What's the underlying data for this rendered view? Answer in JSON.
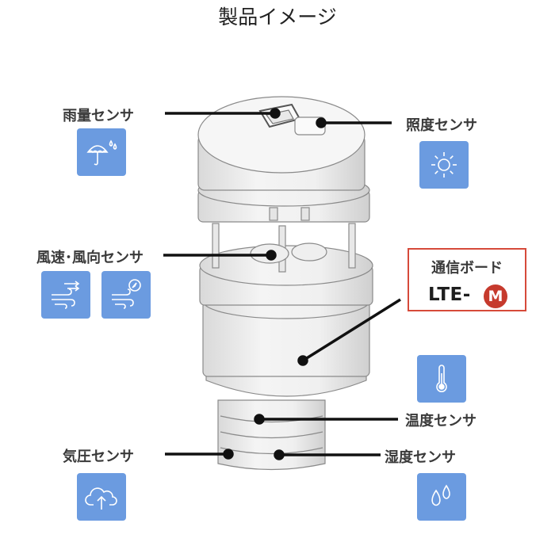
{
  "title": "製品イメージ",
  "labels": {
    "rain": "雨量センサ",
    "illuminance": "照度センサ",
    "wind": "風速･風向センサ",
    "comm": "通信ボード",
    "lte": "LTE-",
    "lte_badge": "M",
    "temperature": "温度センサ",
    "pressure": "気圧センサ",
    "humidity": "湿度センサ"
  },
  "icons": {
    "rain": "umbrella-rain-icon",
    "illuminance": "sun-icon",
    "wind_speed": "wind-arrows-icon",
    "wind_direction": "wind-compass-icon",
    "temperature": "thermometer-icon",
    "pressure": "cloud-upload-icon",
    "humidity": "water-drops-icon"
  },
  "colors": {
    "icon_bg": "#6b9be0",
    "comm_border": "#d64a3a",
    "lte_badge": "#c63a2d"
  }
}
